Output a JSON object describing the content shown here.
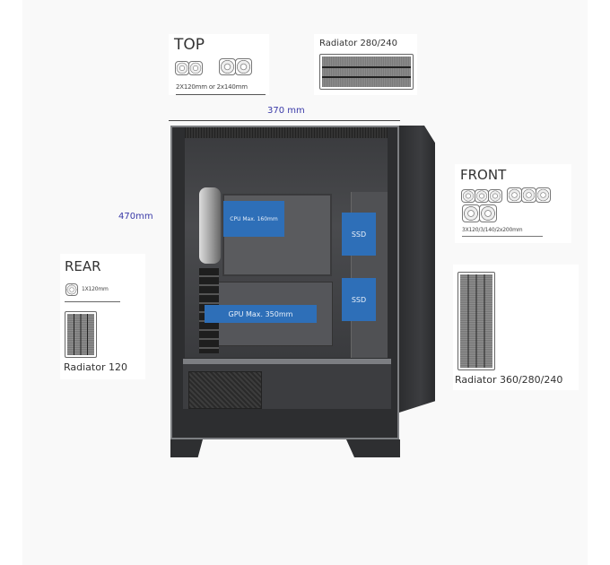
{
  "dimensions": {
    "width_label": "370 mm",
    "height_label": "470mm",
    "color": "#3a3aa8"
  },
  "top": {
    "title": "TOP",
    "fan_spec": "2X120mm or 2x140mm",
    "fan_icons": [
      "fan-120-icon",
      "fan-120-icon",
      "fan-140-icon",
      "fan-140-icon"
    ]
  },
  "top_radiator": {
    "label": "Radiator 280/240"
  },
  "front": {
    "title": "FRONT",
    "fan_spec": "3X120/3/140/2x200mm",
    "fan_icons": [
      "fan-120-icon",
      "fan-120-icon",
      "fan-120-icon",
      "fan-140-icon",
      "fan-140-icon",
      "fan-140-icon",
      "fan-200-icon",
      "fan-200-icon"
    ]
  },
  "front_radiator": {
    "label": "Radiator 360/280/240"
  },
  "rear": {
    "title": "REAR",
    "fan_spec": "1X120mm",
    "radiator_label": "Radiator 120"
  },
  "case_labels": {
    "cpu": "CPU Max. 160mm",
    "gpu": "GPU Max. 350mm",
    "ssd_1": "SSD",
    "ssd_2": "SSD",
    "accent": "#2e6fb8"
  }
}
